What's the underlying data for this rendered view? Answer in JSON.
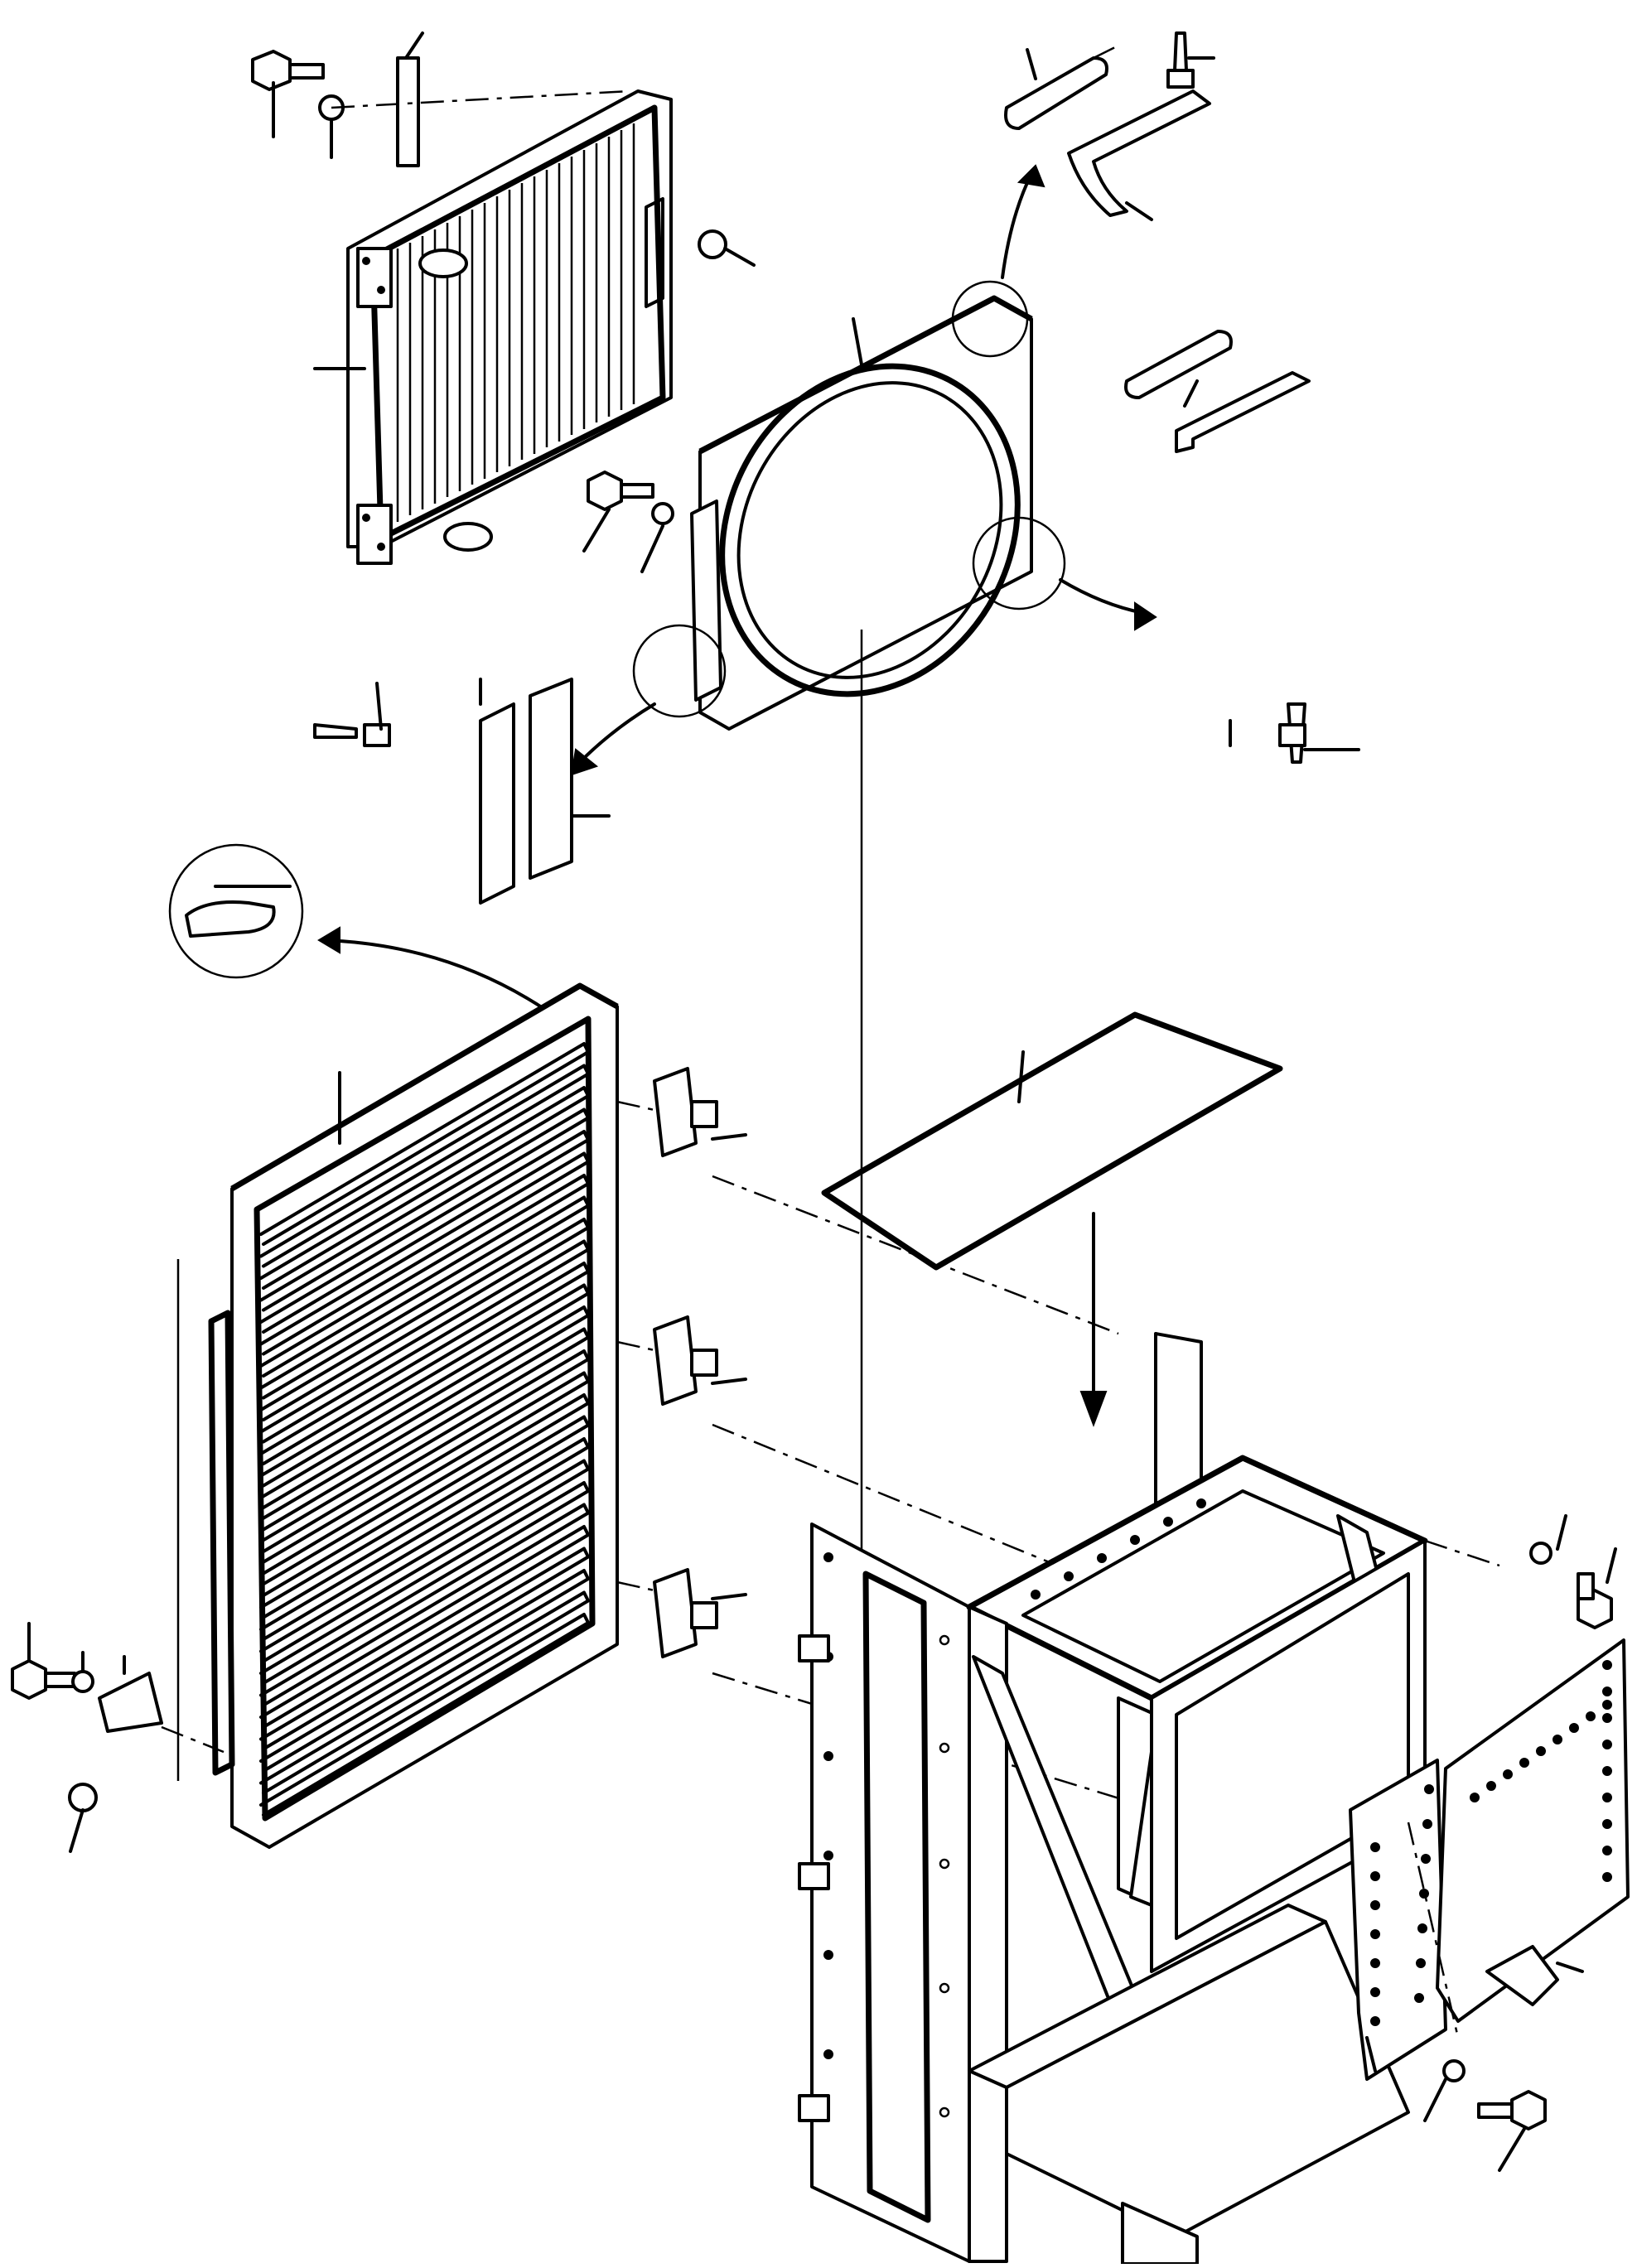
{
  "figure": {
    "kind": "exploded-parts-diagram",
    "callout_labels": [],
    "components": [
      "oil-cooler",
      "fan-shroud",
      "radiator-grille",
      "radiator-guard-frame",
      "cover-plate",
      "side-panel-left",
      "side-panel-right",
      "hinge-top",
      "hinge-middle",
      "hinge-bottom",
      "seal-strip",
      "detail-magnifier"
    ],
    "colors": {
      "ink": "#000000",
      "paper": "#ffffff"
    }
  }
}
